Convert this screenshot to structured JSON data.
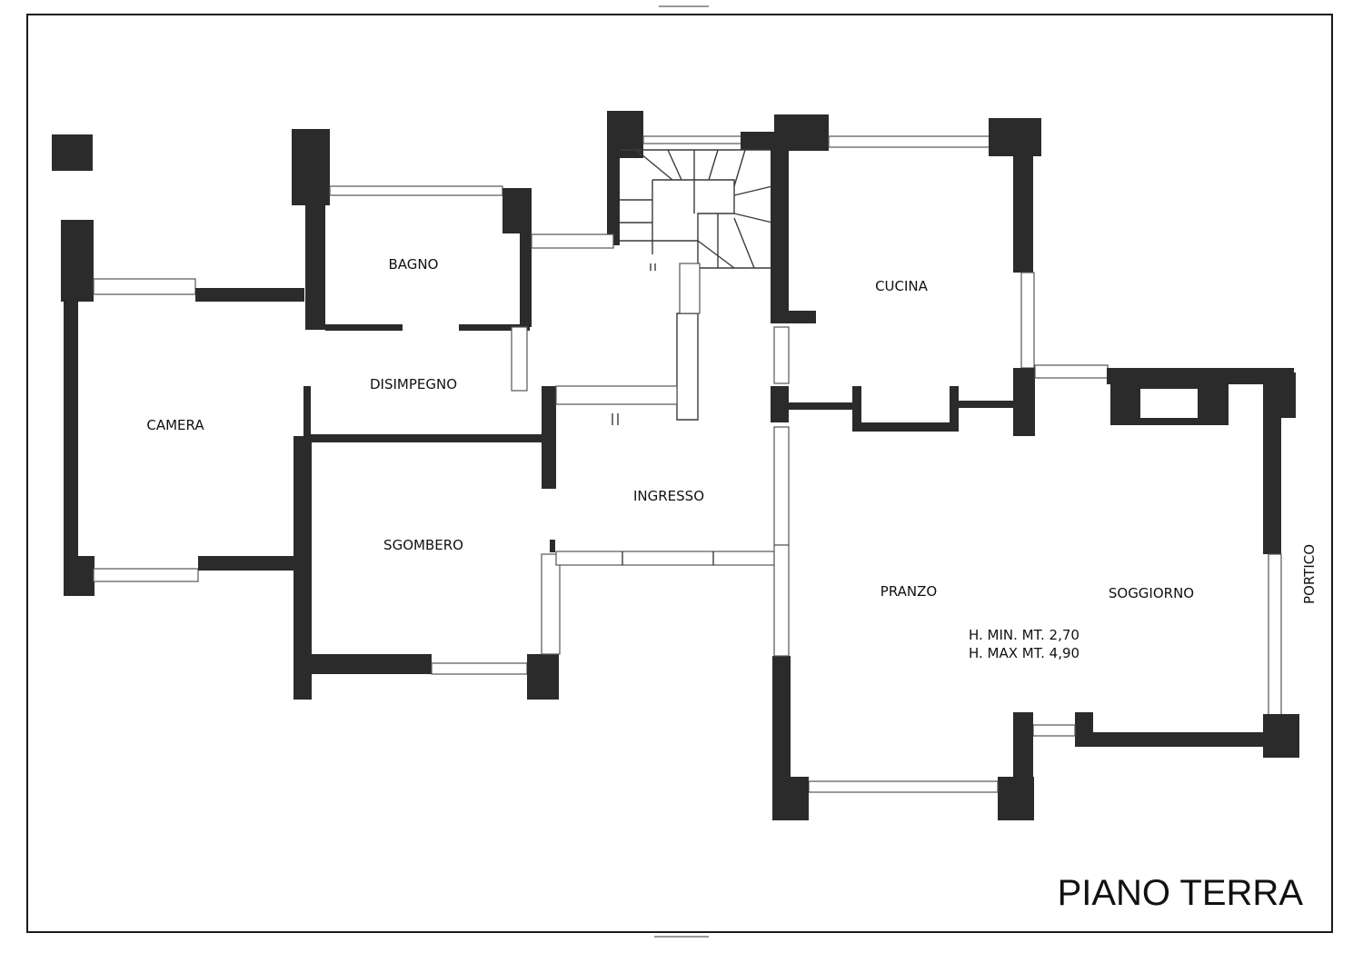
{
  "drawing_title": "PIANO TERRA",
  "rooms": {
    "bagno": "BAGNO",
    "cucina": "CUCINA",
    "disimpegno": "DISIMPEGNO",
    "camera": "CAMERA",
    "ingresso": "INGRESSO",
    "sgombero": "SGOMBERO",
    "pranzo": "PRANZO",
    "soggiorno": "SOGGIORNO",
    "portico": "PORTICO"
  },
  "height_notes": {
    "min": "H. MIN. MT. 2,70",
    "max": "H. MAX MT. 4,90"
  },
  "colors": {
    "wall": "#2b2b2b",
    "line": "#3a3a3a",
    "paper": "#ffffff"
  }
}
